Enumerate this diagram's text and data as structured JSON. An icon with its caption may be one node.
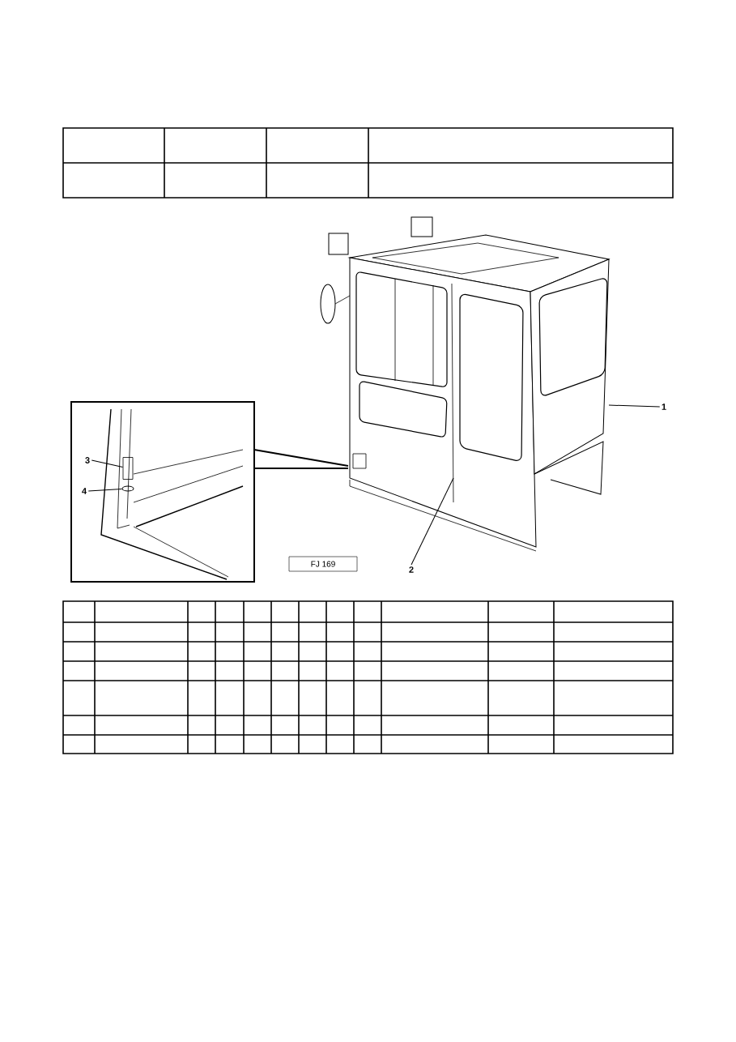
{
  "diagram": {
    "nodes": [
      {
        "text": [
          "1"
        ]
      },
      {
        "text": [
          "2"
        ]
      },
      {
        "text": [
          "3"
        ]
      },
      {
        "text": [
          "4"
        ]
      },
      {
        "text": [],
        "shape": "picture"
      },
      {
        "text": [],
        "shape": "box"
      },
      {
        "text": [],
        "shape": "circle"
      }
    ],
    "edges": [
      {
        "from": 0,
        "to": 4,
        "arrow": "none"
      },
      {
        "from": 1,
        "to": 4,
        "arrow": "none"
      },
      {
        "from": 2,
        "to": 5,
        "arrow": "none"
      },
      {
        "from": 3,
        "to": 6,
        "arrow": "none"
      }
    ],
    "labels": [
      "FJ 169"
    ]
  }
}
